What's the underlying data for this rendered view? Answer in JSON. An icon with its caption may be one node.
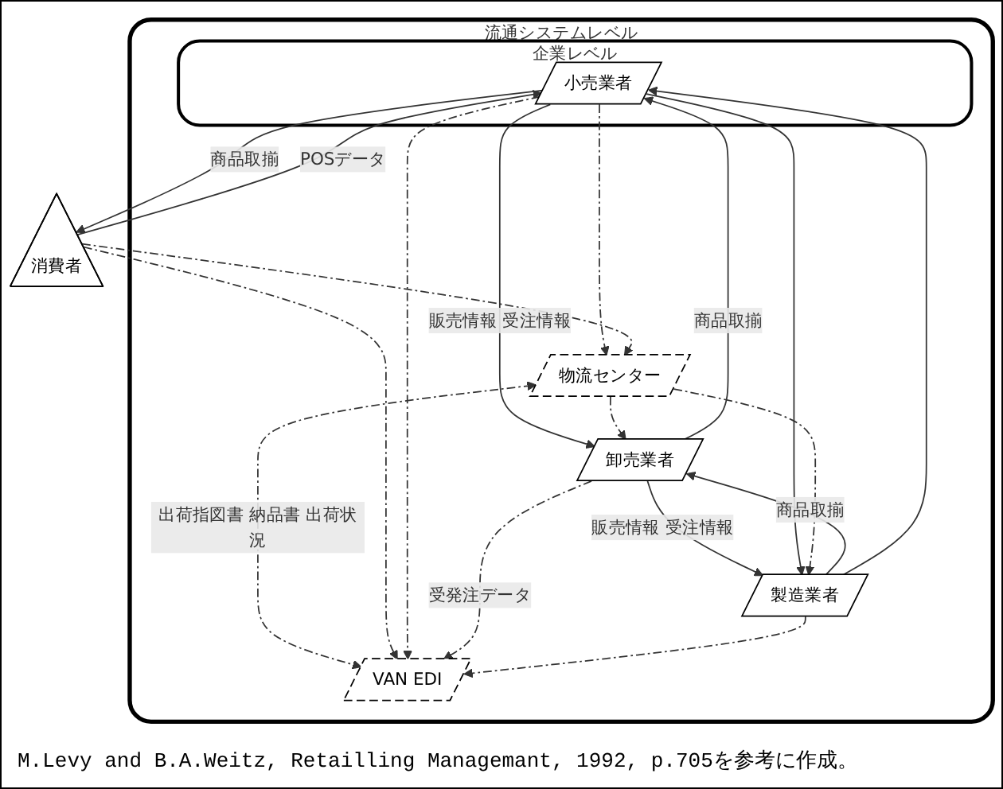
{
  "diagram": {
    "caption": "M.Levy and B.A.Weitz, Retailling Managemant, 1992, p.705を参考に作成。",
    "nodes": [
      {
        "text": [
          "流通システムレベル"
        ]
      },
      {
        "text": [
          "企業レベル"
        ],
        "in": 0
      },
      {
        "text": [
          "消費者"
        ]
      },
      {
        "text": [
          "物流センター"
        ],
        "in": 0
      },
      {
        "text": [
          "小売業者"
        ],
        "in": 1
      },
      {
        "text": [
          "卸売業者"
        ],
        "in": 0
      },
      {
        "text": [
          "製造業者"
        ],
        "in": 0
      },
      {
        "text": [
          "VAN EDI"
        ],
        "in": 0
      }
    ],
    "edges": [
      {
        "from": 2,
        "to": 4,
        "arrow": "to",
        "label": "POSデータ"
      },
      {
        "from": 4,
        "to": 2,
        "arrow": "to",
        "label": "商品取揃"
      },
      {
        "from": 4,
        "to": 5,
        "arrow": "to",
        "label": "販売情報 受注情報"
      },
      {
        "from": 5,
        "to": 4,
        "arrow": "to",
        "label": "商品取揃"
      },
      {
        "from": 6,
        "to": 5,
        "arrow": "to",
        "label": "商品取揃"
      },
      {
        "from": 5,
        "to": 6,
        "arrow": "to",
        "label": "販売情報 受注情報"
      },
      {
        "from": 4,
        "to": 6,
        "arrow": "to"
      },
      {
        "from": 6,
        "to": 4,
        "arrow": "to"
      },
      {
        "from": 4,
        "to": 3,
        "arrow": "to",
        "style": "dashed"
      },
      {
        "from": 2,
        "to": 3,
        "arrow": "to",
        "style": "dashed"
      },
      {
        "from": 3,
        "to": 5,
        "arrow": "to",
        "style": "dashed"
      },
      {
        "from": 3,
        "to": 6,
        "arrow": "to",
        "style": "dashed"
      },
      {
        "from": 3,
        "to": 7,
        "arrow": "both",
        "style": "dashed",
        "label": "出荷指図書 納品書 出荷状況"
      },
      {
        "from": 2,
        "to": 7,
        "arrow": "to",
        "style": "dashed"
      },
      {
        "from": 4,
        "to": 7,
        "arrow": "to",
        "style": "dashed"
      },
      {
        "from": 5,
        "to": 7,
        "arrow": "to",
        "style": "dashed",
        "label": "受発注データ"
      },
      {
        "from": 6,
        "to": 7,
        "arrow": "to",
        "style": "dashed"
      }
    ]
  }
}
